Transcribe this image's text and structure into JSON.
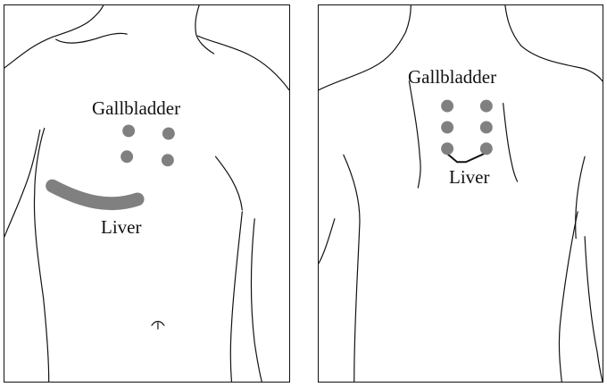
{
  "figure": {
    "marker_color": "#808080",
    "outline_color": "#111111",
    "front": {
      "gallbladder_label": "Gallbladder",
      "liver_label": "Liver"
    },
    "back": {
      "gallbladder_label": "Gallbladder",
      "liver_label": "Liver"
    }
  }
}
